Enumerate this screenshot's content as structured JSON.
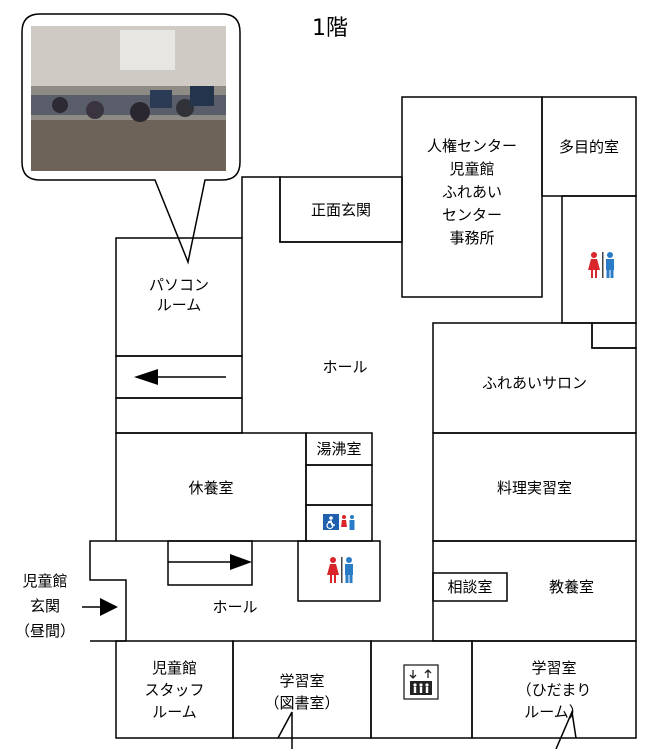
{
  "floor_title": "1階",
  "rooms": {
    "pc_room": "パソコン\nルーム",
    "hall_top": "ホール",
    "entrance": "正面玄関",
    "human_rights": "人権センター\n児童館\nふれあい\nセンター\n事務所",
    "multipurpose": "多目的室",
    "fureai_salon": "ふれあいサロン",
    "kettle_room": "湯沸室",
    "rest_room": "休養室",
    "cooking": "料理実習室",
    "hall_bottom": "ホール",
    "consult": "相談室",
    "culture": "教養室",
    "staff_room": "児童館\nスタッフ\nルーム",
    "study_library": "学習室\n（図書室）",
    "study_hidamari": "学習室\n（ひだまり\nルーム）"
  },
  "kids_entrance_label": "児童館\n玄関\n（昼間）",
  "icons": {
    "restroom": "restroom-icon",
    "accessible_restroom": "accessible-restroom-icon",
    "elevator": "elevator-icon",
    "photo": "pc-room-photo"
  },
  "colors": {
    "wall": "#000000",
    "female": "#d9262b",
    "male": "#2a7cc7",
    "accessible_bg": "#1f5fae",
    "elevator": "#222222"
  }
}
